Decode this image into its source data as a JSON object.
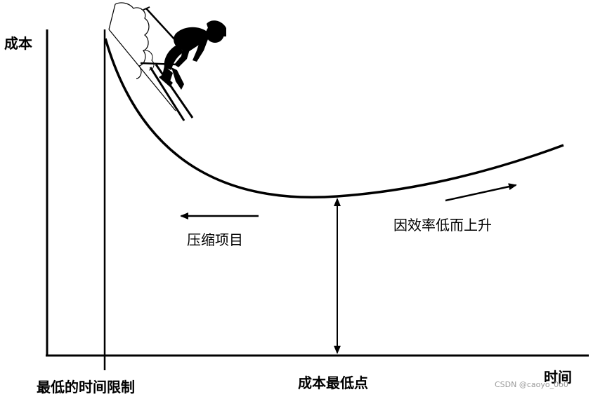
{
  "labels": {
    "y_axis": "成本",
    "x_axis": "时间",
    "deadline": "最低的时间限制",
    "minimum": "成本最低点",
    "compress": "压缩项目",
    "inefficiency": "因效率低而上升"
  },
  "watermark": "CSDN @caoyo_0o0",
  "icons": {
    "skier": "skier-silhouette-icon",
    "left_arrow": "arrow-left-icon",
    "right_arrow": "arrow-right-icon",
    "double_arrow": "double-arrow-vertical-icon"
  },
  "colors": {
    "ink": "#000000",
    "watermark": "#9a9a9a"
  }
}
